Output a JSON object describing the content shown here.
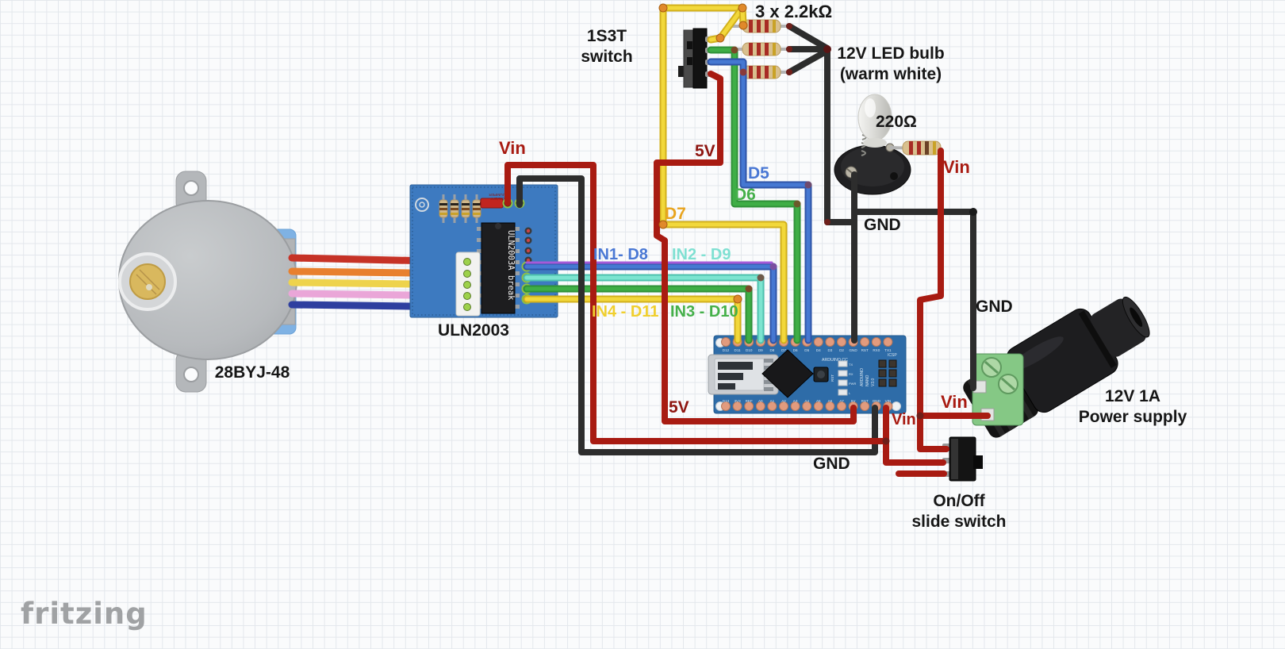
{
  "colors": {
    "wire_red": "#a81b12",
    "wire_black": "#2d2d2d",
    "wire_yellow": "#f2d83b",
    "wire_green": "#3fae46",
    "wire_blue": "#4578d2",
    "wire_cyan": "#7ce4d0",
    "wire_purple": "#a55ad8",
    "motor_red": "#c63226",
    "motor_orange": "#e8802e",
    "motor_yellow": "#eed34c",
    "motor_pink": "#eaa6d8",
    "motor_blue": "#2e3f9f",
    "board_blue": "#3d7ac0",
    "nano_blue": "#2e6ca8",
    "terminal_green": "#85c885"
  },
  "labels": {
    "switch_1s3t_line1": "1S3T",
    "switch_1s3t_line2": "switch",
    "resistors_3x": "3 x 2.2kΩ",
    "led_bulb_line1": "12V LED bulb",
    "led_bulb_line2": "(warm white)",
    "resistor_220": "220Ω",
    "vin_bulb": "Vin",
    "gnd_bulb": "GND",
    "vin_uln": "Vin",
    "five_v_top": "5V",
    "d5": "D5",
    "d6": "D6",
    "d7": "D7",
    "in1_d8": "IN1- D8",
    "in2_d9": "IN2 - D9",
    "in4_d11": "IN4 - D11",
    "in3_d10": "IN3 - D10",
    "uln2003": "ULN2003",
    "motor": "28BYJ-48",
    "gnd_power": "GND",
    "power_line1": "12V 1A",
    "power_line2": "Power supply",
    "vin_power": "Vin",
    "vin_nano": "Vin",
    "five_v_bottom": "5V",
    "gnd_bottom": "GND",
    "onoff_line1": "On/Off",
    "onoff_line2": "slide switch"
  },
  "components": {
    "uln2003": {
      "chip_text": "ULN2003A break",
      "jumper_line1": "ON/OFF",
      "jumper_line2": "JUMPER"
    },
    "nano": {
      "top_pins": [
        "D12",
        "D11",
        "D10",
        "D9",
        "D8",
        "D7",
        "D6",
        "D5",
        "D4",
        "D3",
        "D2",
        "GND",
        "RST",
        "RX0",
        "TX1"
      ],
      "bottom_pins": [
        "D13",
        "3V3",
        "REF",
        "A0",
        "A1",
        "A2",
        "A3",
        "A4",
        "A5",
        "A6",
        "A7",
        "5V",
        "RST",
        "GND",
        "VIN"
      ],
      "brand": "ARDUINO.CC",
      "reset_label": "RST",
      "icsp_label": "ICSP",
      "model_lines": [
        "ARDUINO",
        "NANO",
        "V3.0"
      ],
      "led_labels": [
        "TX",
        "RX",
        "PWR",
        "L"
      ]
    }
  },
  "watermark": "fritzing"
}
